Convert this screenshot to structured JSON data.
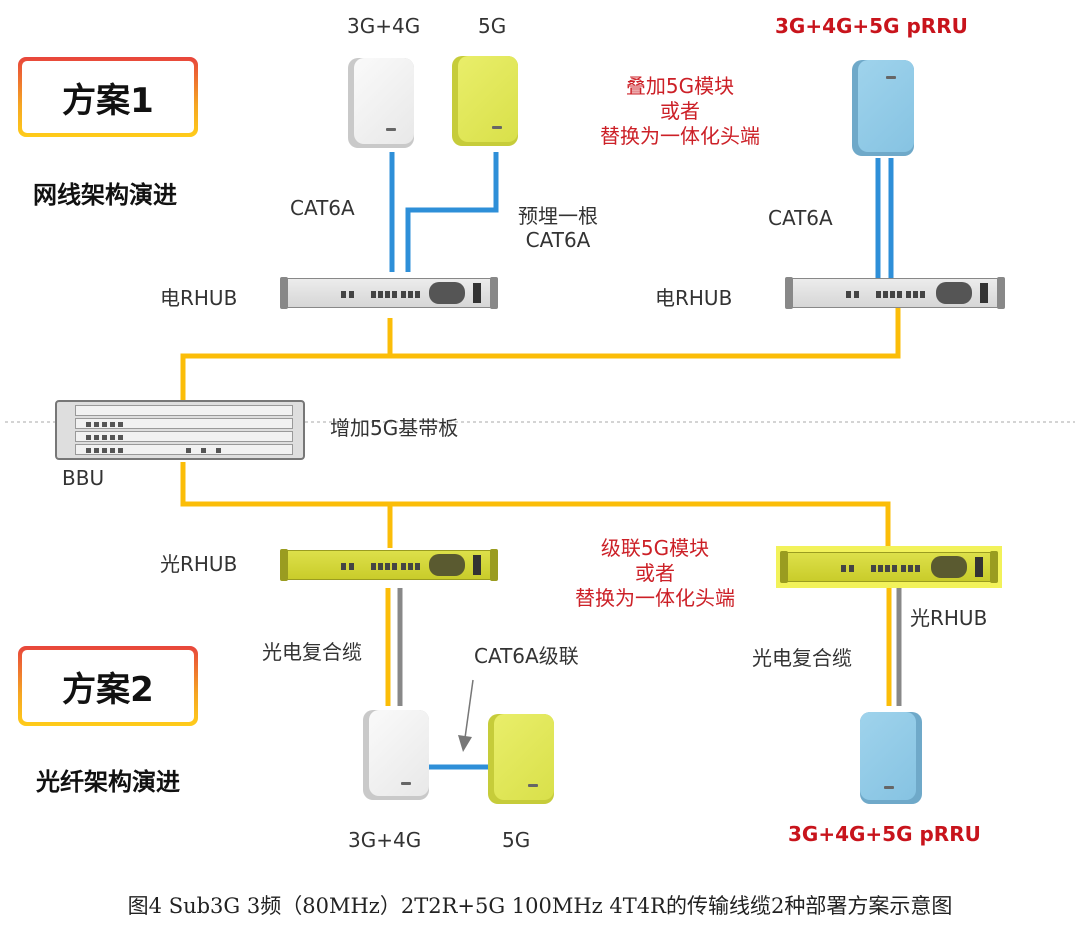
{
  "plan1": {
    "title": "方案1",
    "subtitle": "网线架构演进",
    "device_labels": {
      "pRRU_34G": "3G+4G",
      "pRRU_5G": "5G",
      "pRRU_integrated": "3G+4G+5G pRRU"
    },
    "cable_labels": {
      "left": "CAT6A",
      "preburied_line1": "预埋一根",
      "preburied_line2": "CAT6A",
      "right": "CAT6A"
    },
    "note_lines": [
      "叠加5G模块",
      "或者",
      "替换为一体化头端"
    ],
    "rhub_left": "电RHUB",
    "rhub_right": "电RHUB"
  },
  "bbu": {
    "label": "BBU",
    "note": "增加5G基带板"
  },
  "plan2": {
    "title": "方案2",
    "subtitle": "光纤架构演进",
    "rhub_left": "光RHUB",
    "rhub_right": "光RHUB",
    "cable_labels": {
      "left": "光电复合缆",
      "right": "光电复合缆",
      "cascade": "CAT6A级联"
    },
    "note_lines": [
      "级联5G模块",
      "或者",
      "替换为一体化头端"
    ],
    "device_labels": {
      "pRRU_34G": "3G+4G",
      "pRRU_5G": "5G",
      "pRRU_integrated": "3G+4G+5G pRRU"
    }
  },
  "caption": "图4 Sub3G 3频（80MHz）2T2R+5G 100MHz 4T4R的传输线缆2种部署方案示意图",
  "colors": {
    "ethernet_cable": "#2e8fd8",
    "power_fiber_cable": "#fbbd08",
    "electric_cable": "#888888",
    "highlight_red": "#c8141c"
  }
}
